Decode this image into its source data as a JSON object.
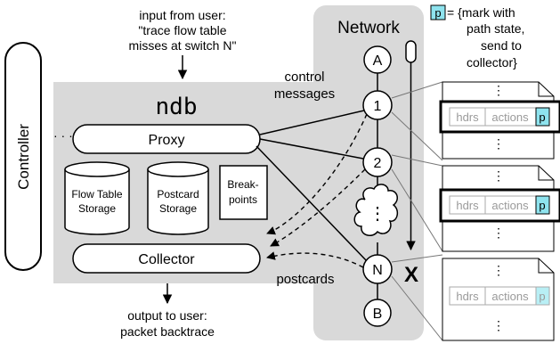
{
  "annotations": {
    "input_line1": "input from user:",
    "input_line2": "\"trace flow table",
    "input_line3": "misses at switch N\"",
    "output_line1": "output to user:",
    "output_line2": "packet backtrace",
    "control_line1": "control",
    "control_line2": "messages",
    "postcards": "postcards",
    "ellipsis": "· · ·"
  },
  "controller": {
    "label": "Controller"
  },
  "ndb": {
    "title": "ndb",
    "proxy": "Proxy",
    "collector": "Collector",
    "flow_table_line1": "Flow Table",
    "flow_table_line2": "Storage",
    "postcard_line1": "Postcard",
    "postcard_line2": "Storage",
    "breakpoints_line1": "Break-",
    "breakpoints_line2": "points"
  },
  "network": {
    "title": "Network",
    "nodes": [
      "A",
      "1",
      "2",
      "N",
      "B"
    ],
    "miss_marker": "X"
  },
  "legend": {
    "box": "p",
    "line1": "= {mark with",
    "line2": "path state,",
    "line3": "send to",
    "line4": "collector}"
  },
  "flow_tables": [
    {
      "hdrs": "hdrs",
      "actions": "actions",
      "p": "p",
      "dots": "⋮"
    },
    {
      "hdrs": "hdrs",
      "actions": "actions",
      "p": "p",
      "dots": "⋮"
    },
    {
      "hdrs": "hdrs",
      "actions": "actions",
      "p": "p",
      "dots": "⋮"
    }
  ],
  "colors": {
    "panel": "#d9d9d9",
    "highlight": "#8ee3ee"
  }
}
